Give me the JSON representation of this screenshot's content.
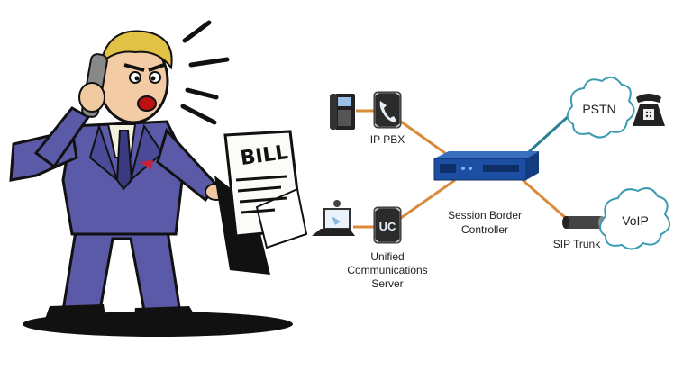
{
  "bill": {
    "text": "BILL"
  },
  "nodes": {
    "ip_pbx": {
      "label": "IP PBX",
      "icon": "phone-handset-icon"
    },
    "uc_server": {
      "line1": "Unified",
      "line2": "Communications",
      "line3": "Server",
      "icon": "uc-icon",
      "badge": "UC"
    },
    "sbc": {
      "line1": "Session Border",
      "line2": "Controller"
    },
    "pstn": {
      "label": "PSTN"
    },
    "voip": {
      "label": "VoIP"
    },
    "sip_trunk": {
      "label": "SIP Trunk"
    }
  },
  "colors": {
    "link_orange": "#d98a3a",
    "link_teal": "#2a7f92",
    "cloud_stroke": "#3d9bb0",
    "device_blue": "#1c4fa3",
    "suit": "#5a5aa8"
  }
}
